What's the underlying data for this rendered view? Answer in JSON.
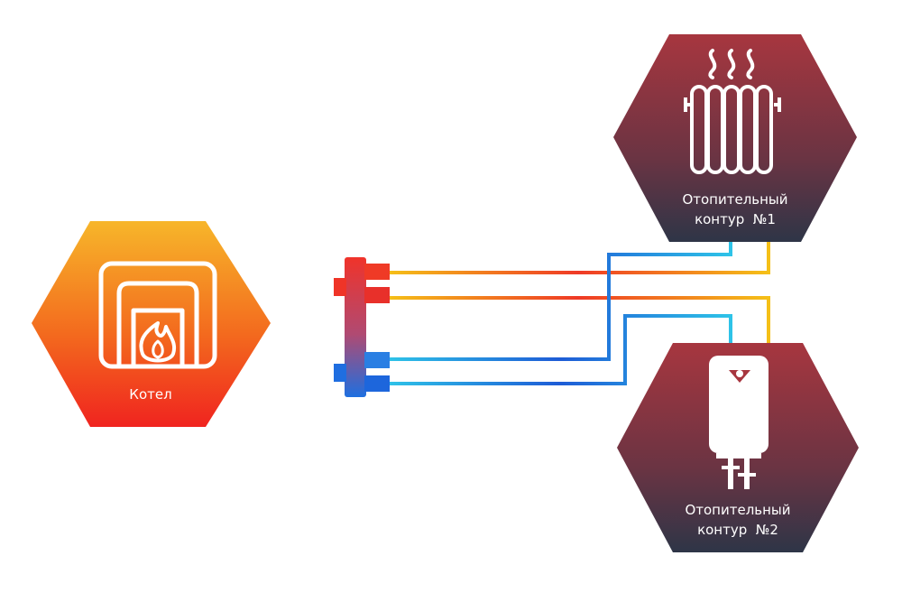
{
  "boiler": {
    "label": "Котел"
  },
  "circuit1": {
    "line1": "Отопительный",
    "line2": "контур  №1"
  },
  "circuit2": {
    "line1": "Отопительный",
    "line2": "контур  №2"
  },
  "colors": {
    "hot": "#e8262b",
    "hot_alt": "#f5c018",
    "cold": "#1e5cd6",
    "cold_alt": "#2ec3e8",
    "boiler_top": "#f7b62a",
    "boiler_bottom": "#f0241f",
    "circuit_top": "#a7363f",
    "circuit_bottom": "#2e3547"
  }
}
